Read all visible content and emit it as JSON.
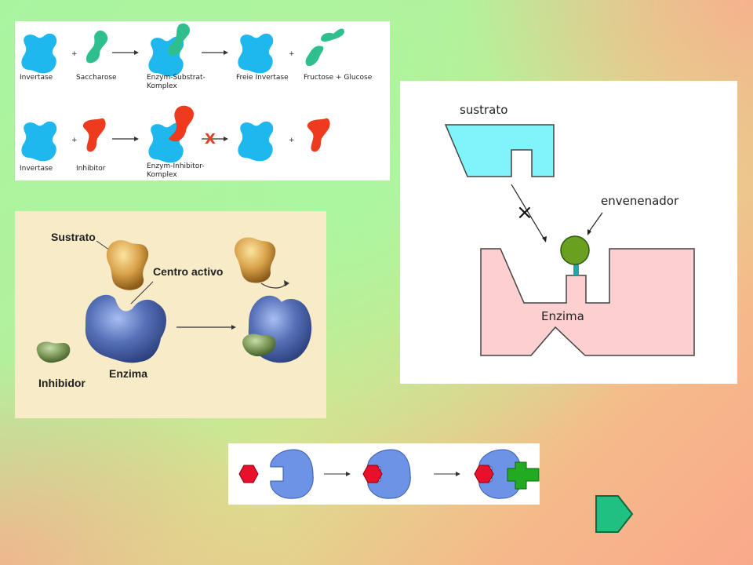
{
  "panel_invertase": {
    "row1": {
      "invertase": "Invertase",
      "saccharose": "Saccharose",
      "complex_l1": "Enzym-Substrat-",
      "complex_l2": "Komplex",
      "free": "Freie Invertase",
      "products": "Fructose + Glucose"
    },
    "row2": {
      "invertase": "Invertase",
      "inhibitor": "Inhibitor",
      "complex_l1": "Enzym-Inhibitor-",
      "complex_l2": "Komplex"
    },
    "plus": "+",
    "cross": "X",
    "colors": {
      "enzyme": "#1fb8ee",
      "substrate": "#2fbf8f",
      "inhibitor": "#ee3b1f"
    }
  },
  "panel_poison": {
    "substrate_label": "sustrato",
    "poison_label": "envenenador",
    "enzyme_label": "Enzima",
    "blocked_mark": "×",
    "colors": {
      "substrate": "#80f4fb",
      "enzyme": "#fccfd0",
      "poison": "#6aa020",
      "stem": "#20a8a8"
    }
  },
  "panel_active_site": {
    "substrate_label": "Sustrato",
    "active_site_label": "Centro activo",
    "inhibitor_label": "Inhibidor",
    "enzyme_label": "Enzima",
    "colors": {
      "enzyme": "#5670b8",
      "substrate": "#d9a24a",
      "inhibitor": "#7f9a5a"
    }
  },
  "panel_sequence": {
    "colors": {
      "enzyme": "#6d93e6",
      "molecule": "#e8102a",
      "activator": "#22aa22"
    }
  },
  "nav": {
    "next_icon": "next-arrow-icon",
    "color": "#20c080"
  }
}
